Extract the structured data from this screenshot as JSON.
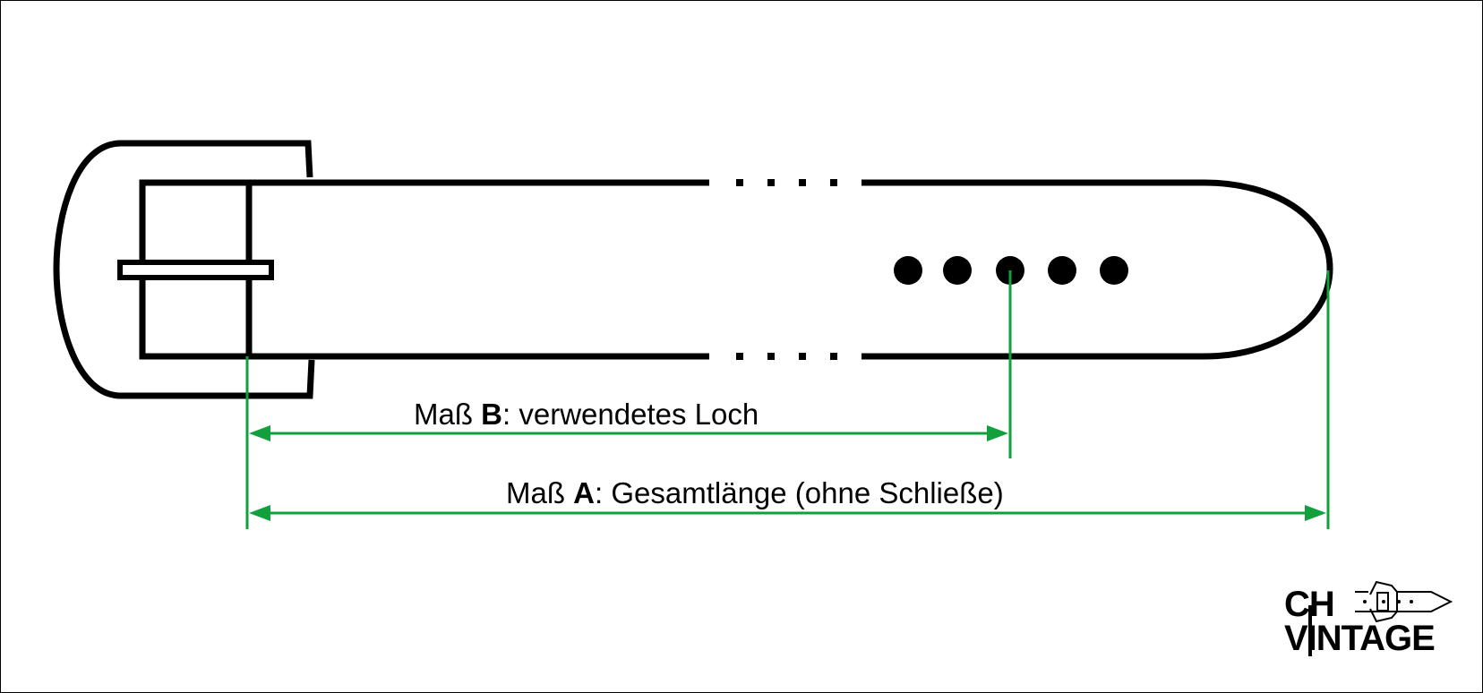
{
  "diagram": {
    "title": "Belt measurement guide",
    "labels": {
      "measure_b": {
        "prefix": "Maß ",
        "letter": "B",
        "suffix": ": verwendetes Loch"
      },
      "measure_a": {
        "prefix": "Maß ",
        "letter": "A",
        "suffix": ": Gesamtlänge (ohne Schließe)"
      }
    },
    "belt": {
      "holes_count": 5,
      "used_hole_index": 3,
      "break_marks": "...."
    },
    "colors": {
      "outline": "#000000",
      "measure_line": "#12a03c",
      "background": "#ffffff"
    }
  },
  "logo": {
    "line1": "CH",
    "line2": "VINTAGE"
  }
}
